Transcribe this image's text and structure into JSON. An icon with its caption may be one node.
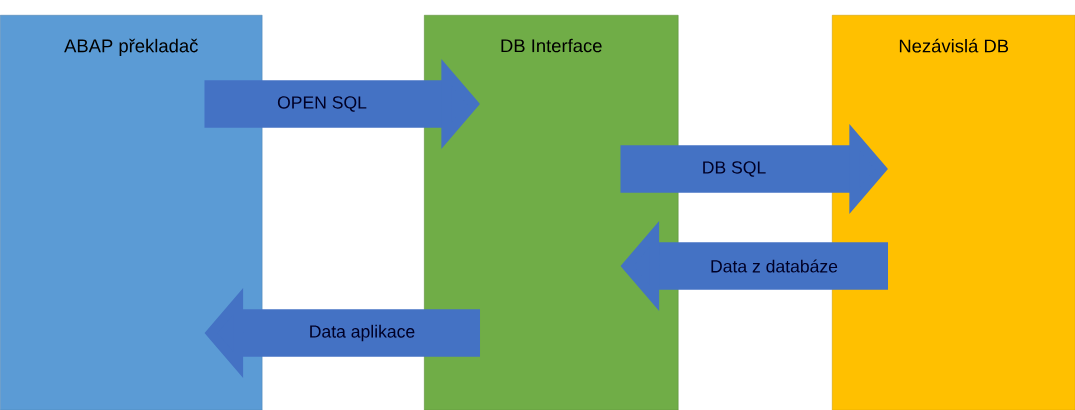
{
  "diagram": {
    "nodes": [
      {
        "text": [
          "ABAP překladač"
        ]
      },
      {
        "text": [
          "DB Interface"
        ]
      },
      {
        "text": [
          "Nezávislá DB"
        ]
      }
    ],
    "edges": [
      {
        "from": 0,
        "to": 1,
        "arrow": "to",
        "label": "OPEN SQL"
      },
      {
        "from": 1,
        "to": 2,
        "arrow": "to",
        "label": "DB SQL"
      },
      {
        "from": 2,
        "to": 1,
        "arrow": "to",
        "label": "Data z databáze"
      },
      {
        "from": 1,
        "to": 0,
        "arrow": "to",
        "label": "Data aplikace"
      }
    ]
  }
}
